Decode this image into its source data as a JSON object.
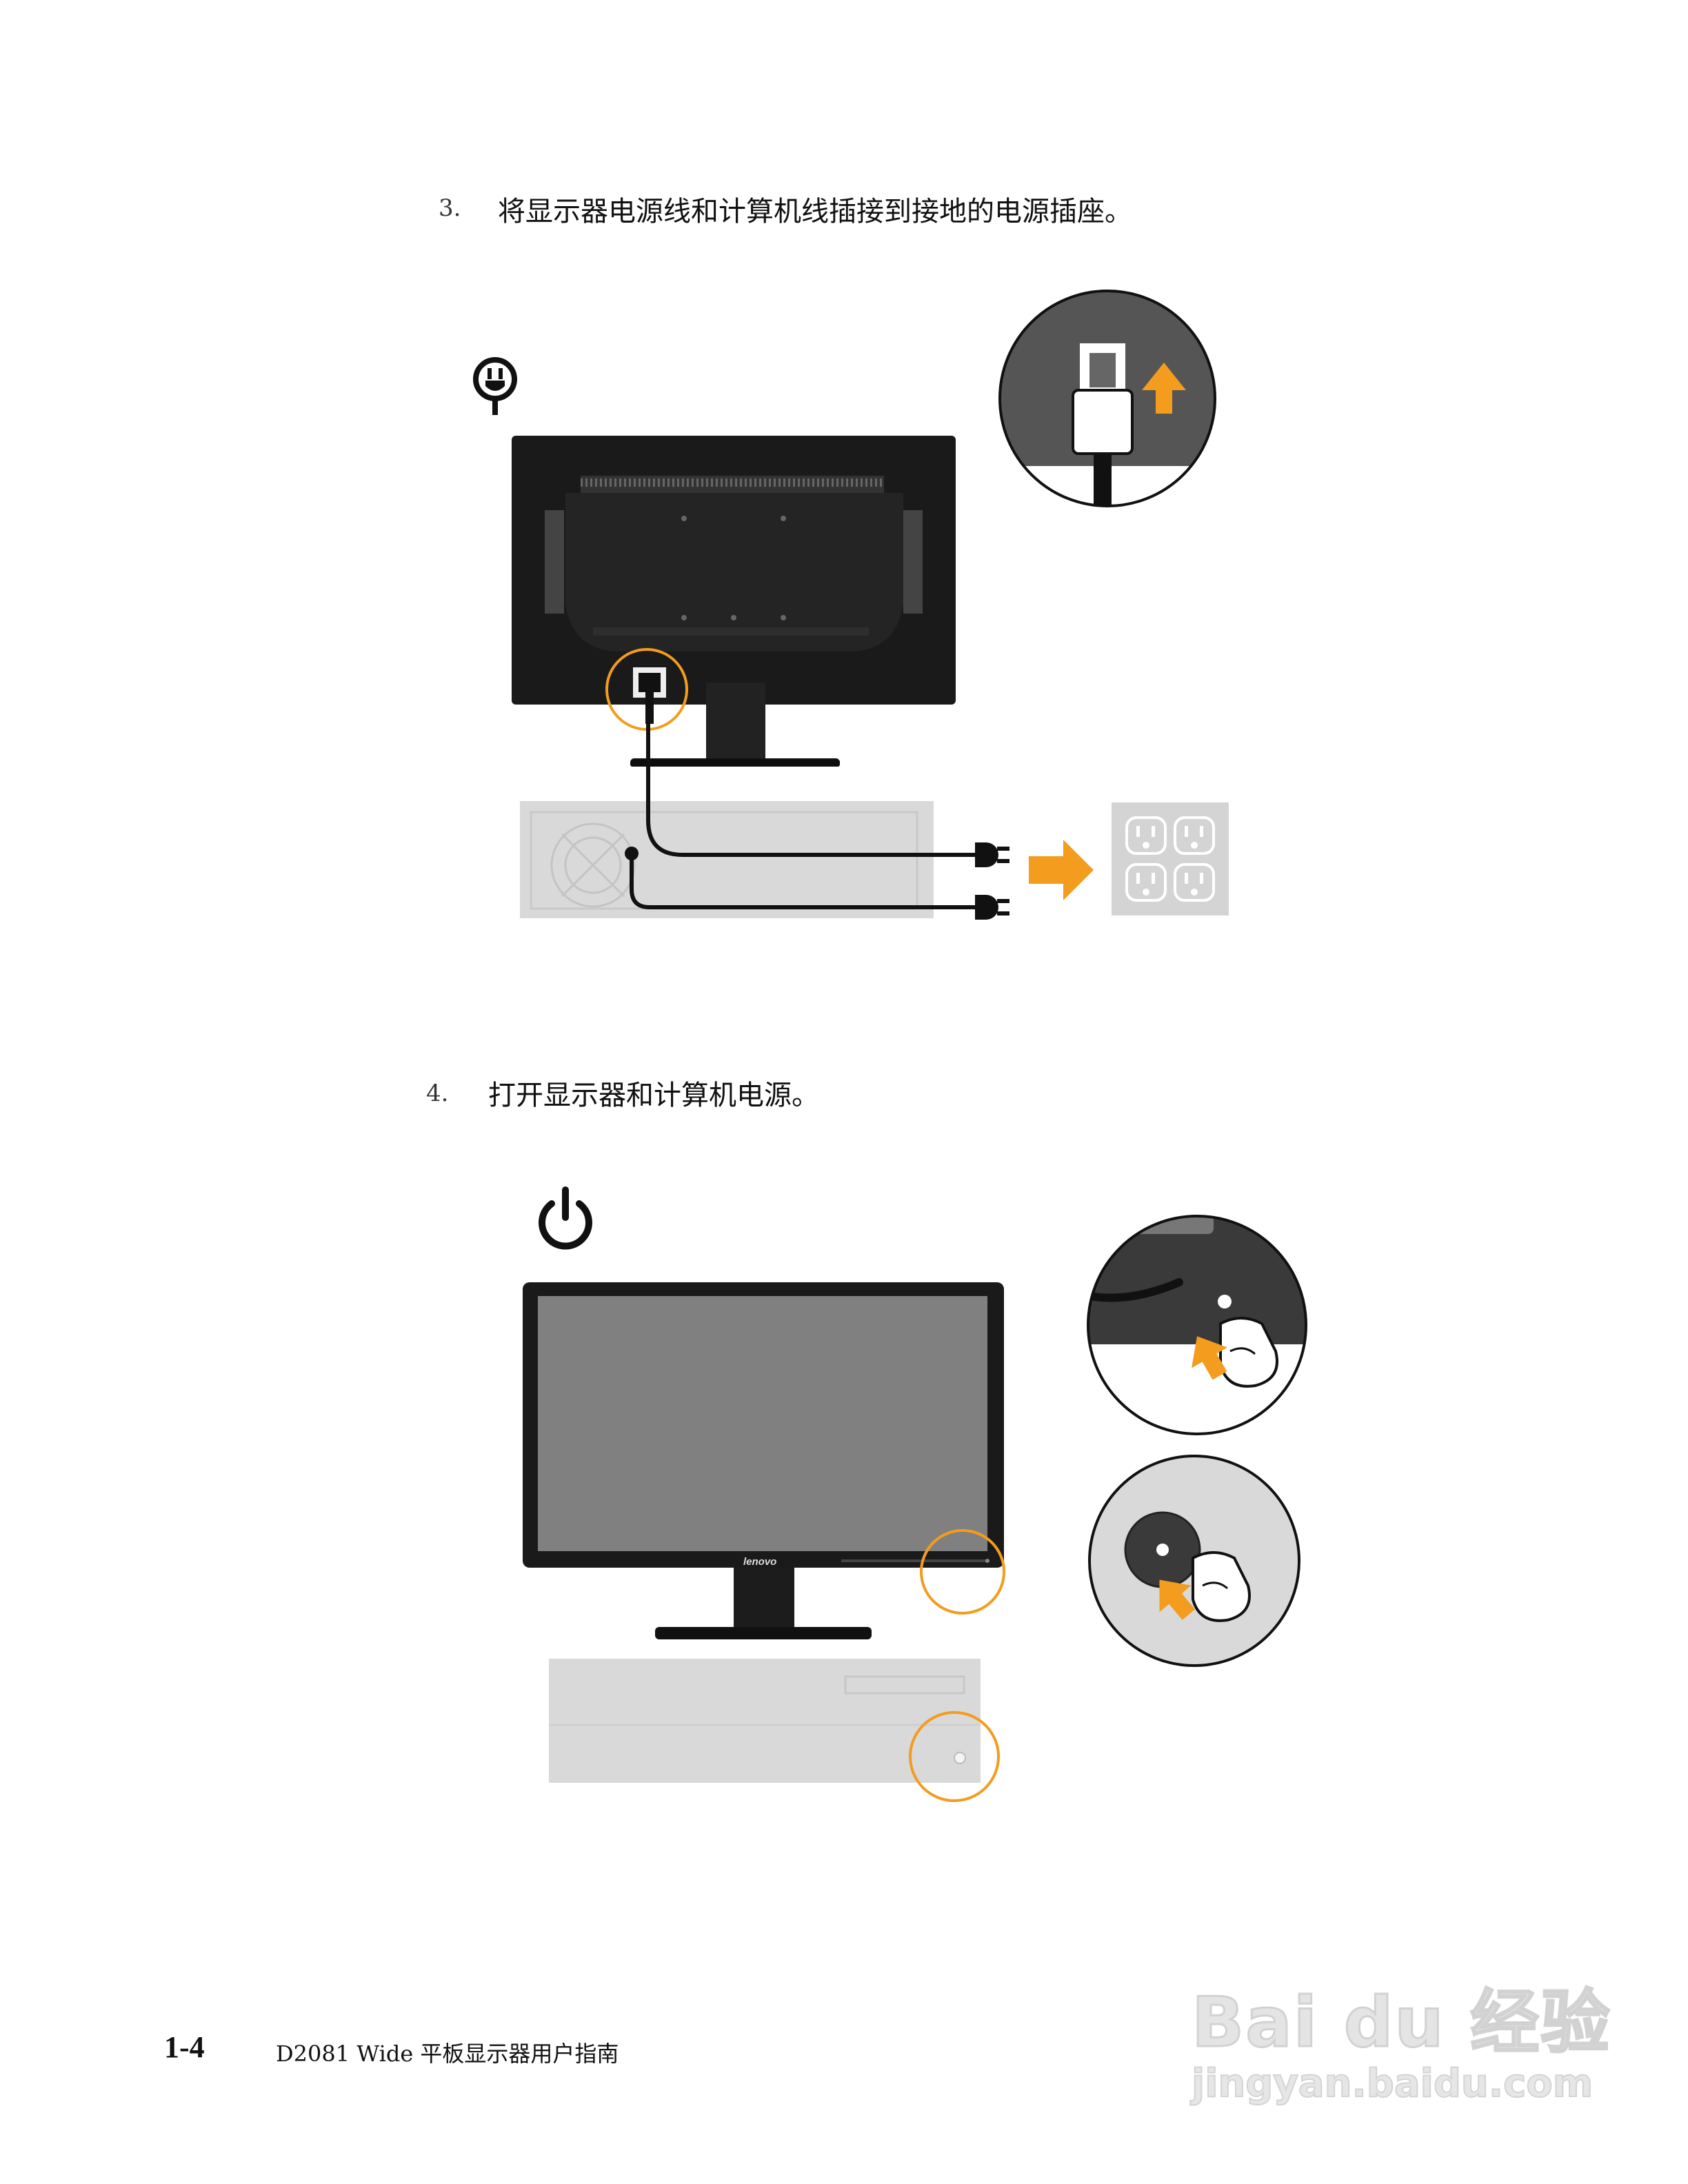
{
  "step3": {
    "number": "3.",
    "text": "将显示器电源线和计算机线插接到接地的电源插座。"
  },
  "step4": {
    "number": "4.",
    "text": "打开显示器和计算机电源。"
  },
  "monitor_brand": "lenovo",
  "footer": {
    "page": "1-4",
    "title": "D2081 Wide 平板显示器用户指南"
  },
  "watermark": {
    "brand": "Bai du 经验",
    "url": "jingyan.baidu.com"
  },
  "colors": {
    "accent": "#f39c1e",
    "panel_grey": "#d9d9d9",
    "monitor_black": "#1a1a1a"
  },
  "icons": [
    "power-plug-icon",
    "power-button-icon",
    "up-arrow-icon",
    "right-arrow-icon"
  ]
}
